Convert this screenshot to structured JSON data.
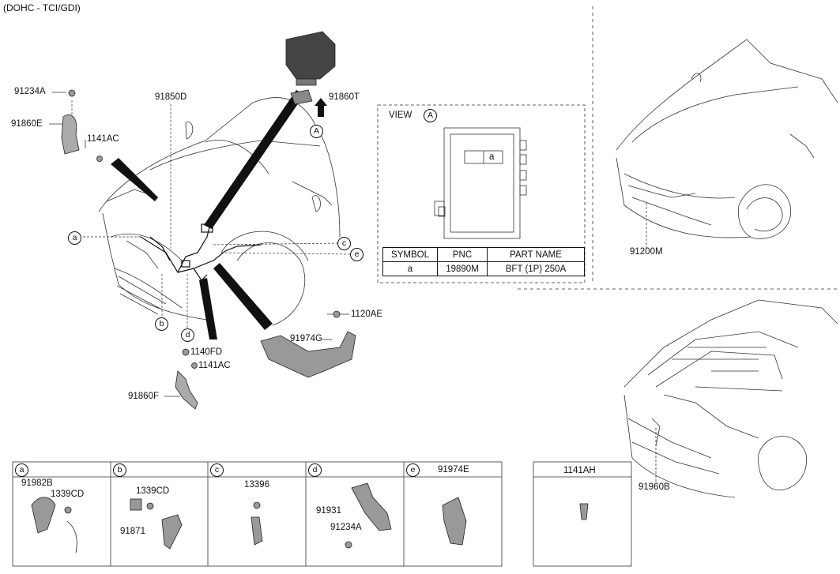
{
  "title": "(DOHC - TCI/GDI)",
  "callouts": {
    "p91234A": "91234A",
    "p91860E": "91860E",
    "p1141AC_top": "1141AC",
    "p91850D": "91850D",
    "p91860T": "91860T",
    "p1120AE": "1120AE",
    "p91974G": "91974G",
    "p1140FD": "1140FD",
    "p1141AC_bottom": "1141AC",
    "p91860F": "91860F",
    "p91200M": "91200M",
    "p91960B": "91960B"
  },
  "circles": {
    "a": "a",
    "b": "b",
    "c": "c",
    "d": "d",
    "e": "e",
    "A": "A"
  },
  "view_box": {
    "label": "VIEW",
    "circle": "A",
    "fuse_label": "a",
    "table": {
      "headers": [
        "SYMBOL",
        "PNC",
        "PART NAME"
      ],
      "rows": [
        {
          "symbol": "a",
          "pnc": "19890M",
          "part_name": "BFT (1P) 250A"
        }
      ]
    }
  },
  "bottom_panels": {
    "a": {
      "letter": "a",
      "parts": [
        "91982B",
        "1339CD"
      ]
    },
    "b": {
      "letter": "b",
      "parts": [
        "1339CD",
        "91871"
      ]
    },
    "c": {
      "letter": "c",
      "parts": [
        "13396"
      ]
    },
    "d": {
      "letter": "d",
      "parts": [
        "91931",
        "91234A"
      ]
    },
    "e": {
      "letter": "e",
      "title": "91974E"
    }
  },
  "box_1141AH": {
    "title": "1141AH"
  }
}
